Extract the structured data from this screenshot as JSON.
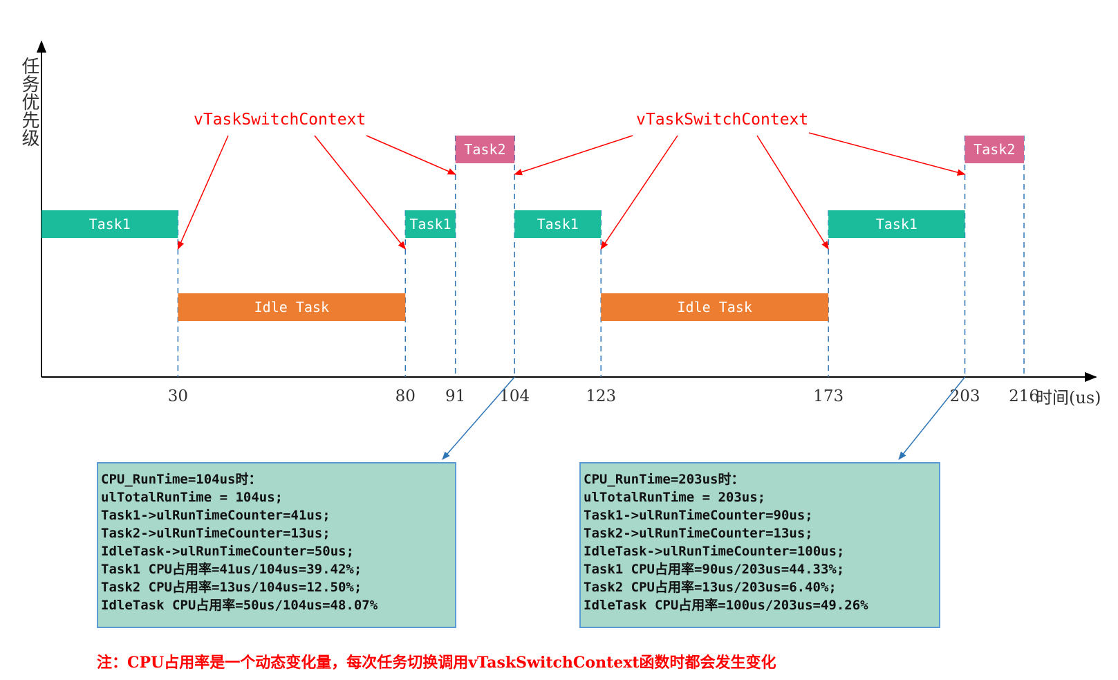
{
  "colors": {
    "task1": "#1abc9c",
    "task2": "#d9668e",
    "idle": "#ed7d31",
    "arrow_red": "#ff0000",
    "guide": "#2e75b6",
    "box_bg": "#a8d8ca",
    "box_border": "#5b9bd5"
  },
  "y_axis_label": "任务优先级",
  "x_axis_label": "时间(us)",
  "time_range": [
    0,
    228
  ],
  "ticks": [
    30,
    80,
    91,
    104,
    123,
    173,
    203,
    216
  ],
  "levels": [
    {
      "name": "Task2",
      "level": 3
    },
    {
      "name": "Task1",
      "level": 2
    },
    {
      "name": "Idle Task",
      "level": 1
    }
  ],
  "segments": [
    {
      "task": "Task1",
      "start": 0,
      "end": 30,
      "label": "Task1",
      "color": "#1abc9c"
    },
    {
      "task": "Idle Task",
      "start": 30,
      "end": 80,
      "label": "Idle Task",
      "color": "#ed7d31"
    },
    {
      "task": "Task1",
      "start": 80,
      "end": 91,
      "label": "Task1",
      "color": "#1abc9c"
    },
    {
      "task": "Task2",
      "start": 91,
      "end": 104,
      "label": "Task2",
      "color": "#d9668e"
    },
    {
      "task": "Task1",
      "start": 104,
      "end": 123,
      "label": "Task1",
      "color": "#1abc9c"
    },
    {
      "task": "Idle Task",
      "start": 123,
      "end": 173,
      "label": "Idle Task",
      "color": "#ed7d31"
    },
    {
      "task": "Task1",
      "start": 173,
      "end": 203,
      "label": "Task1",
      "color": "#1abc9c"
    },
    {
      "task": "Task2",
      "start": 203,
      "end": 216,
      "label": "Task2",
      "color": "#d9668e"
    }
  ],
  "context_switch_label": "vTaskSwitchContext",
  "context_switch_groups": [
    {
      "label": "vTaskSwitchContext",
      "targets": [
        30,
        80,
        91
      ]
    },
    {
      "label": "vTaskSwitchContext",
      "targets": [
        104,
        123,
        173,
        203
      ]
    }
  ],
  "info_boxes": [
    {
      "at": 104,
      "lines": [
        "CPU_RunTime=104us时：",
        "ulTotalRunTime = 104us;",
        "Task1->ulRunTimeCounter=41us;",
        "Task2->ulRunTimeCounter=13us;",
        "IdleTask->ulRunTimeCounter=50us;",
        "Task1 CPU占用率=41us/104us=39.42%;",
        "Task2 CPU占用率=13us/104us=12.50%;",
        "IdleTask CPU占用率=50us/104us=48.07%"
      ]
    },
    {
      "at": 203,
      "lines": [
        "CPU_RunTime=203us时：",
        "ulTotalRunTime = 203us;",
        "Task1->ulRunTimeCounter=90us;",
        "Task2->ulRunTimeCounter=13us;",
        "IdleTask->ulRunTimeCounter=100us;",
        "Task1 CPU占用率=90us/203us=44.33%;",
        "Task2 CPU占用率=13us/203us=6.40%;",
        "IdleTask CPU占用率=100us/203us=49.26%"
      ]
    }
  ],
  "note": "注：CPU占用率是一个动态变化量，每次任务切换调用vTaskSwitchContext函数时都会发生变化"
}
